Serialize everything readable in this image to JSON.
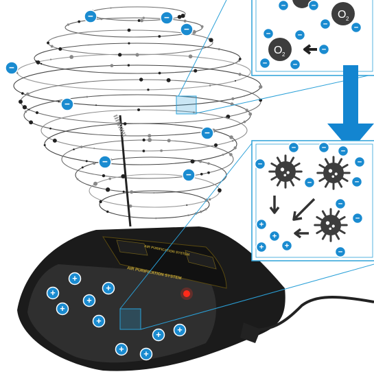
{
  "device": {
    "label_top": "AIR PURIFICATION SYSTEM",
    "label_bottom": "AIR PURIFICATION SYSTEM"
  },
  "panel_top": {
    "molecule_label": "O",
    "molecule_subscript": "2"
  },
  "symbols": {
    "negative": "−",
    "positive": "+"
  },
  "colors": {
    "ion_blue": "#1a8bd0",
    "line_blue": "#2aa0d8",
    "arrow_blue": "#1385d0",
    "device_body": "#1b1b1b",
    "molecule_grey": "#3d3d3d",
    "led_red": "#ff2a1a"
  }
}
